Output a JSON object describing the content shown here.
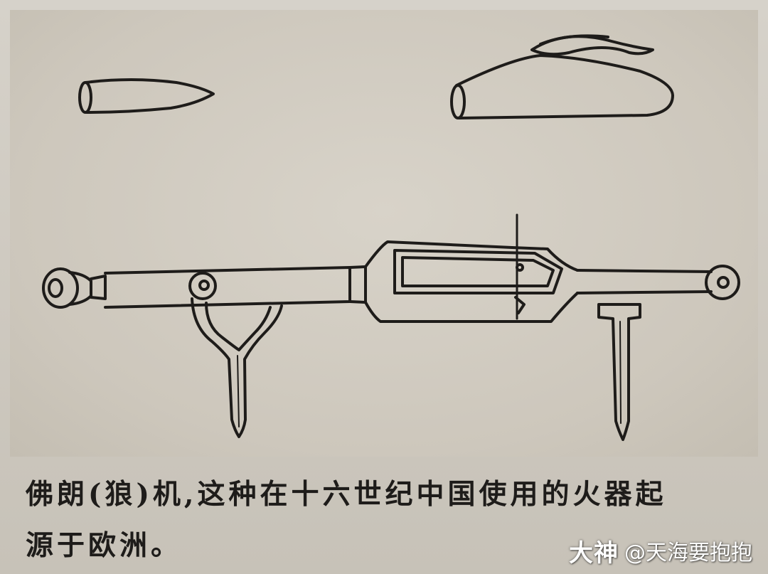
{
  "caption": {
    "line1": "佛朗(狼)机,这种在十六世纪中国使用的火器起",
    "line2": "源于欧洲。"
  },
  "watermark": {
    "logo": "大神",
    "handle": "@天海要抱抱"
  },
  "colors": {
    "paper": "#d3cec5",
    "ink": "#1e1c1a",
    "watermark": "#ffffff"
  }
}
